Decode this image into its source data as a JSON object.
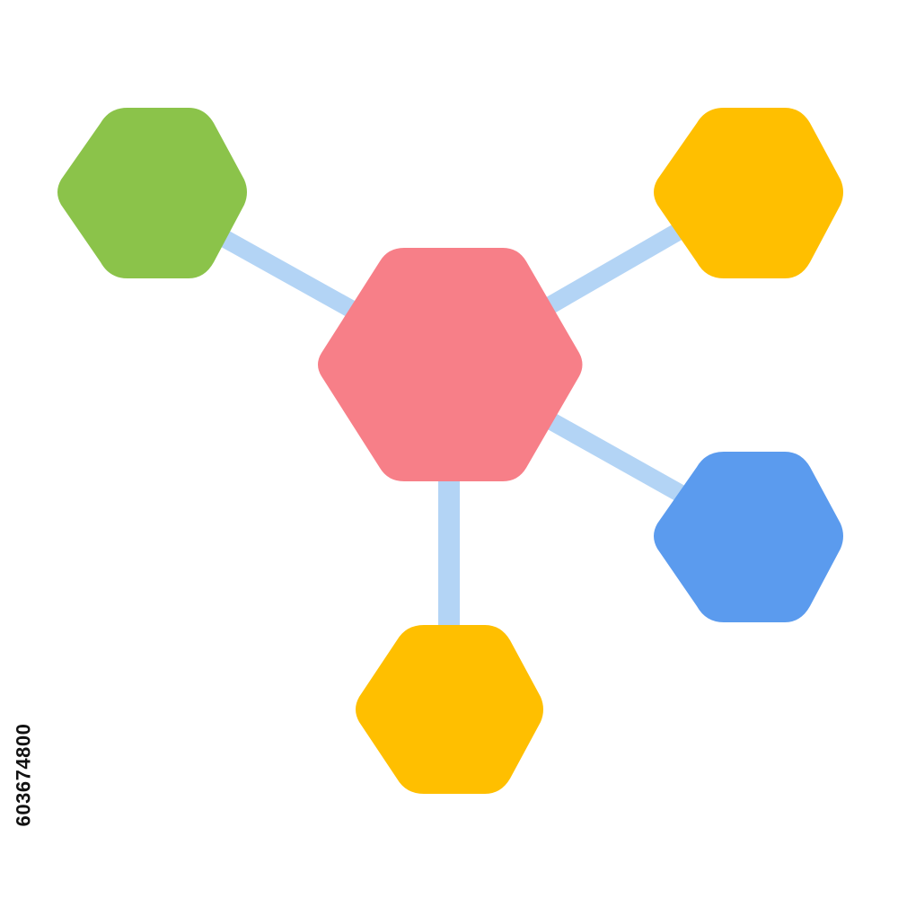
{
  "colors": {
    "background": "#ffffff",
    "connector": "#b3d4f5",
    "center_node": "#f77f88",
    "green_node": "#8bc34a",
    "yellow_node": "#ffbf00",
    "blue_node": "#5b9bee"
  },
  "icon": {
    "name": "hexagon-network-icon",
    "nodes": [
      {
        "name": "center-hexagon-node",
        "color_key": "center_node"
      },
      {
        "name": "top-left-hexagon-node",
        "color_key": "green_node"
      },
      {
        "name": "top-right-hexagon-node",
        "color_key": "yellow_node"
      },
      {
        "name": "right-hexagon-node",
        "color_key": "blue_node"
      },
      {
        "name": "bottom-hexagon-node",
        "color_key": "yellow_node"
      }
    ]
  },
  "watermark": {
    "stock_id": "603674800"
  }
}
